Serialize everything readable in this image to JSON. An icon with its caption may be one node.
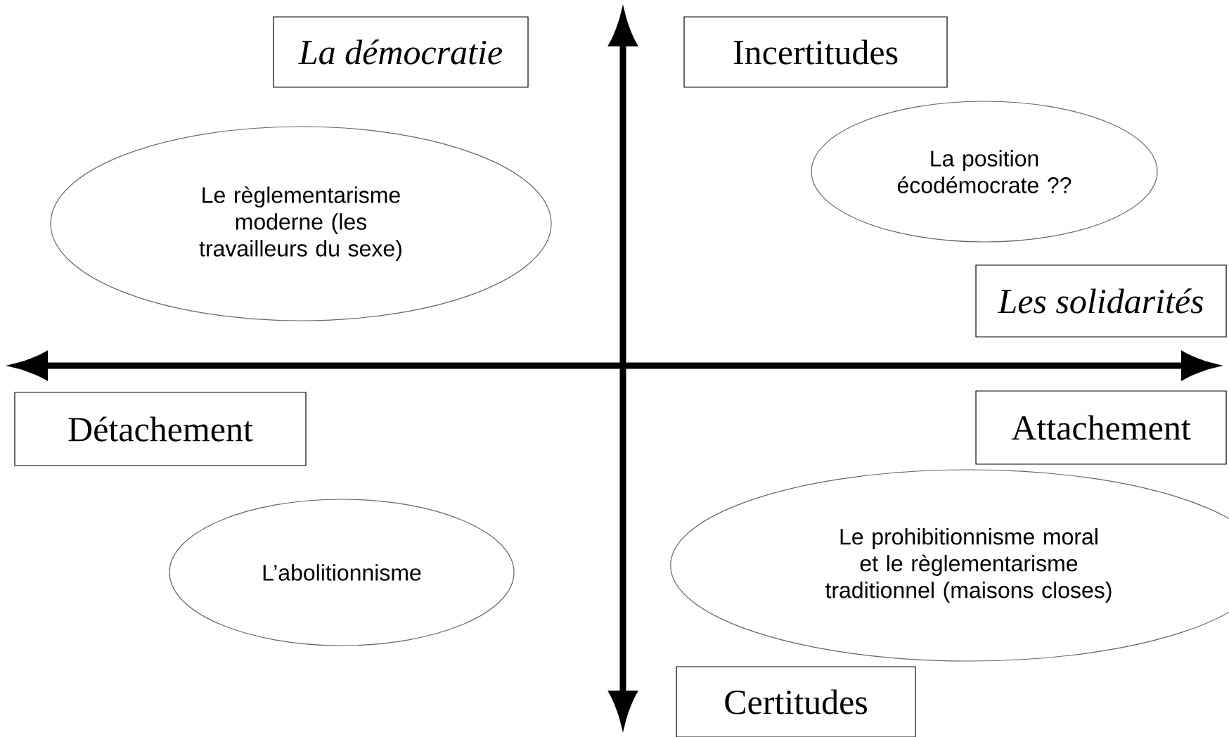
{
  "diagram": {
    "nodes": [
      {
        "text": [
          "La démocratie"
        ]
      },
      {
        "text": [
          "Incertitudes"
        ]
      },
      {
        "text": [
          "Le règlementarisme moderne (les travailleurs du sexe)"
        ]
      },
      {
        "text": [
          "La position écodémocrate ??"
        ]
      },
      {
        "text": [
          "Les solidarités"
        ]
      },
      {
        "text": [
          "Détachement"
        ]
      },
      {
        "text": [
          "Attachement"
        ]
      },
      {
        "text": [
          "L’abolitionnisme"
        ]
      },
      {
        "text": [
          "Le prohibitionnisme moral et le règlementarisme traditionnel (maisons closes)"
        ]
      },
      {
        "text": [
          "Certitudes"
        ]
      }
    ]
  }
}
